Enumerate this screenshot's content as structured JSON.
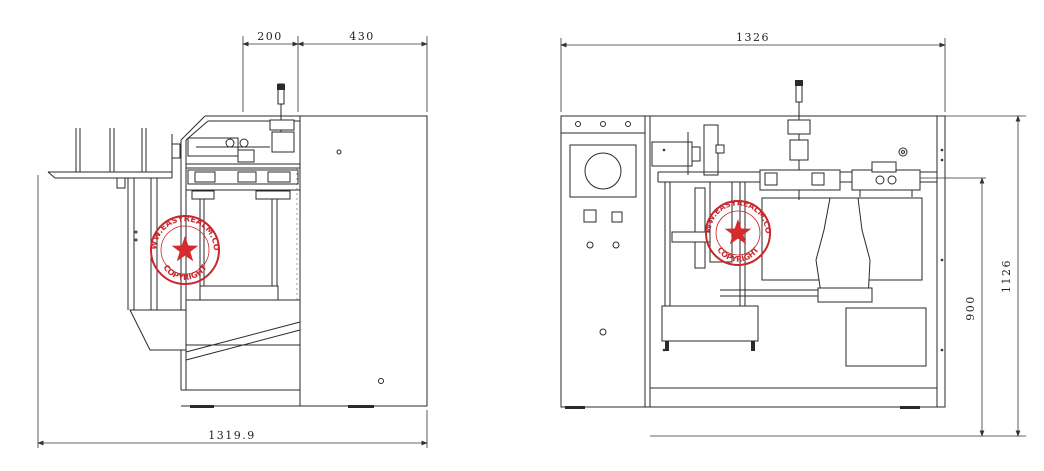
{
  "dimensions": {
    "left_top_a": "200",
    "left_top_b": "430",
    "left_bottom": "1319.9",
    "right_top": "1326",
    "right_side_inner": "900",
    "right_side_outer": "1126"
  },
  "watermark": {
    "text_top": "WWW.EASYREALM.COM",
    "text_bottom": "COPYRIGHT"
  },
  "colors": {
    "line": "#2a2a2a",
    "stamp": "#c8282d"
  }
}
